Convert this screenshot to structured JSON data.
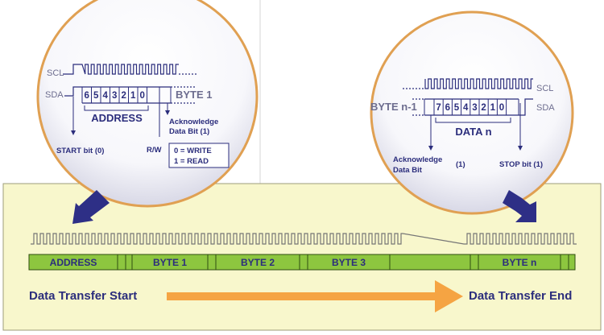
{
  "colors": {
    "panel_fill": "#f8f7cc",
    "panel_border": "#9e9c7a",
    "segment_green": "#8dc63f",
    "segment_border": "#2f4d10",
    "wave_gray": "#767676",
    "circle_rim": "#e0a052",
    "arrow_orange": "#f5a443",
    "arrow_navy": "#2e2f86",
    "ink_navy": "#2b2d7c",
    "label_gray": "#6d6d8f"
  },
  "left_callout": {
    "scl_label": "SCL",
    "sda_label": "SDA",
    "address_bits": [
      "6",
      "5",
      "4",
      "3",
      "2",
      "1",
      "0"
    ],
    "byte_label": "BYTE 1",
    "address_label": "ADDRESS",
    "ack_label_line1": "Acknowledge",
    "ack_label_line2": "Data Bit (1)",
    "start_label": "START bit (0)",
    "rw_label": "R/W",
    "rw_write": "0 = WRITE",
    "rw_read": "1 = READ"
  },
  "right_callout": {
    "scl_label": "SCL",
    "sda_label": "SDA",
    "byte_label": "BYTE n-1",
    "data_bits": [
      "7",
      "6",
      "5",
      "4",
      "3",
      "2",
      "1",
      "0"
    ],
    "data_label": "DATA n",
    "ack_label_line1": "Acknowledge",
    "ack_label_line2": "Data Bit",
    "ack_suffix": "(1)",
    "stop_label": "STOP bit (1)"
  },
  "bus": {
    "segments": [
      "ADDRESS",
      "BYTE 1",
      "BYTE 2",
      "BYTE 3",
      "BYTE n"
    ],
    "start_label": "Data Transfer Start",
    "end_label": "Data Transfer End"
  }
}
